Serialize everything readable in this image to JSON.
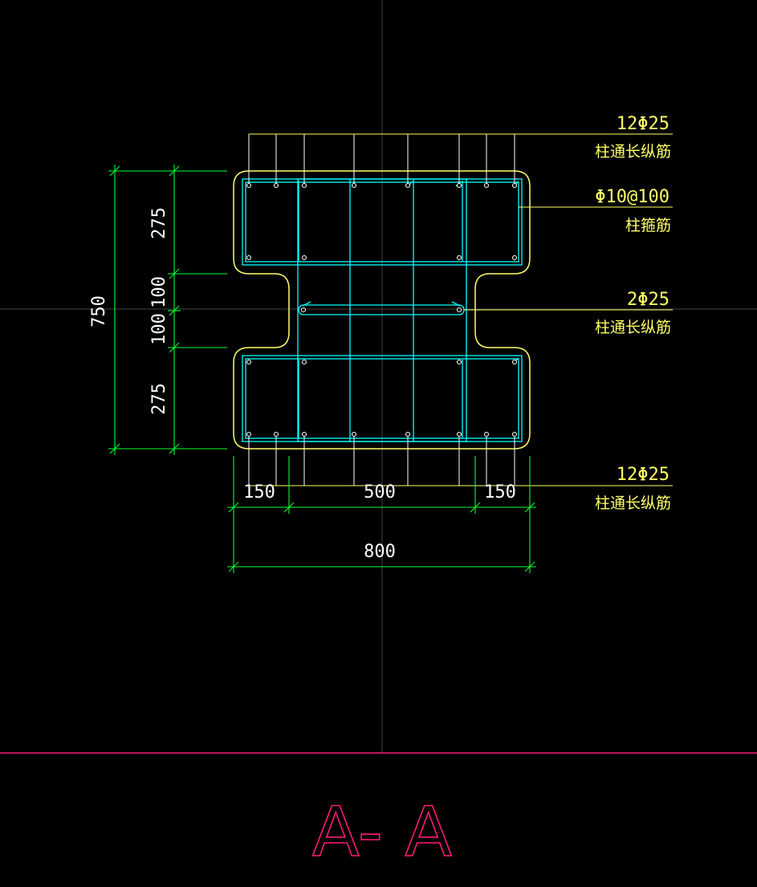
{
  "drawing": {
    "section_title": "A- A",
    "colors": {
      "background": "#000000",
      "outline": "#ffff66",
      "stirrup": "#00ffff",
      "dimension": "#00ff33",
      "crosshair": "#444444",
      "title": "#ff1a7a",
      "bar": "#ffffff"
    }
  },
  "annotations": {
    "top_bars": {
      "spec": "12Φ25",
      "desc": "柱通长纵筋"
    },
    "stirrup": {
      "spec": "Φ10@100",
      "desc": "柱箍筋"
    },
    "mid_bars": {
      "spec": "2Φ25",
      "desc": "柱通长纵筋"
    },
    "bottom_bars": {
      "spec": "12Φ25",
      "desc": "柱通长纵筋"
    }
  },
  "dimensions": {
    "vertical": {
      "total": "750",
      "top": "275",
      "mid_upper": "100",
      "mid_lower": "100",
      "bottom": "275"
    },
    "horizontal": {
      "left": "150",
      "middle": "500",
      "right": "150",
      "total": "800"
    }
  }
}
